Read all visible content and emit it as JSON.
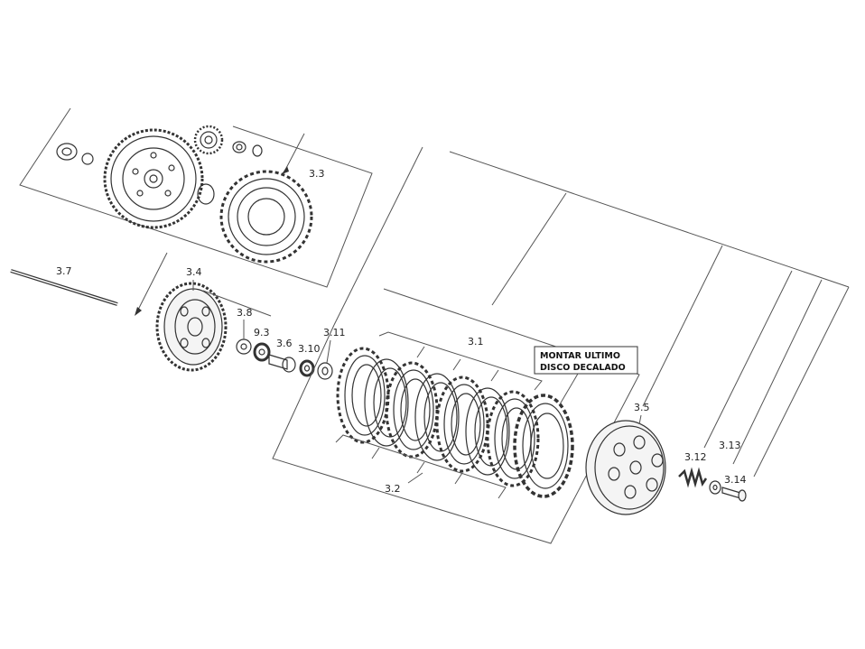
{
  "diagram": {
    "labels": {
      "l_3_1": "3.1",
      "l_3_2": "3.2",
      "l_3_3": "3.3",
      "l_3_4": "3.4",
      "l_3_5": "3.5",
      "l_3_6": "3.6",
      "l_3_7": "3.7",
      "l_3_8": "3.8",
      "l_9_3": "9.3",
      "l_3_10": "3.10",
      "l_3_11": "3.11",
      "l_3_12": "3.12",
      "l_3_13": "3.13",
      "l_3_14": "3.14"
    },
    "note": {
      "line1": "MONTAR ULTIMO",
      "line2": "DISCO DECALADO"
    }
  },
  "colors": {
    "ink": "#333333",
    "background": "#ffffff"
  }
}
